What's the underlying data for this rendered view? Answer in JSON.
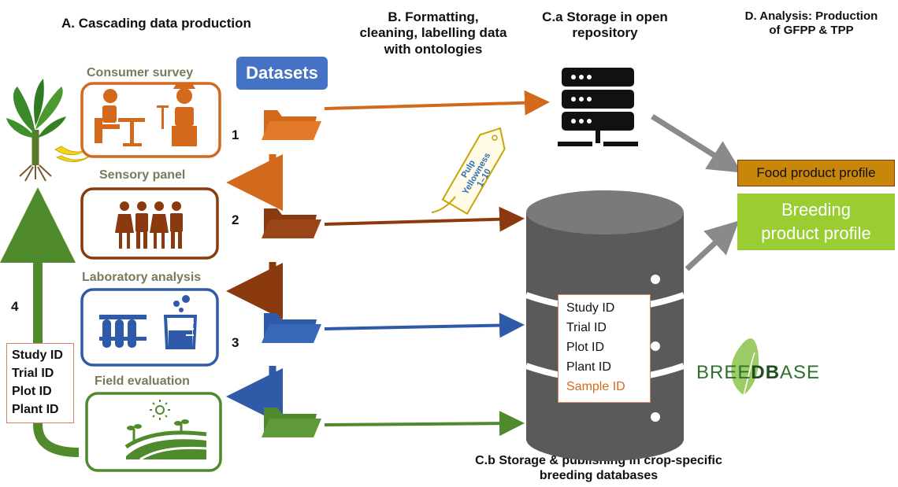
{
  "headers": {
    "a": "A.  Cascading data production",
    "b_lines": [
      "B. Formatting,",
      "cleaning, labelling data",
      "with ontologies"
    ],
    "ca_lines": [
      "C.a Storage in open",
      "repository"
    ],
    "d_lines": [
      "D. Analysis: Production",
      "of GFPP & TPP"
    ],
    "cb_lines": [
      "C.b Storage &  publishing in crop-specific",
      "breeding databases"
    ]
  },
  "stages": [
    {
      "label": "Consumer survey",
      "number": "1",
      "color": "#d3691c"
    },
    {
      "label": "Sensory panel",
      "number": "2",
      "color": "#8b3a0f"
    },
    {
      "label": "Laboratory analysis",
      "number": "3",
      "color": "#2e5aa8"
    },
    {
      "label": "Field evaluation",
      "number": "",
      "color": "#4f8a2c"
    }
  ],
  "stage_label_color": "#7a7a5a",
  "loop_number": "4",
  "datasets_button": "Datasets",
  "left_ids": [
    "Study ID",
    "Trial ID",
    "Plot ID",
    "Plant ID"
  ],
  "db_ids": [
    "Study ID",
    "Trial ID",
    "Plot ID",
    "Plant ID"
  ],
  "db_sample_id": "Sample ID",
  "tag": {
    "line1": "Pulp",
    "line2": "Yellowness",
    "line3": "1–10"
  },
  "profiles": {
    "food": "Food product profile",
    "breeding_lines": [
      "Breeding",
      "product profile"
    ]
  },
  "logo": {
    "part1": "BREE",
    "part2": "DB",
    "part3": "ASE"
  },
  "colors": {
    "orange": "#d3691c",
    "brown": "#8b3a0f",
    "blue": "#2e5aa8",
    "green": "#4f8a2c",
    "grey": "#8a8a8a",
    "lime": "#9acd32",
    "gold": "#c8860a",
    "dataset_blue": "#4472c4"
  },
  "icons": [
    "banana-plant-icon",
    "consumer-table-icon",
    "people-group-icon",
    "test-tubes-icon",
    "beaker-icon",
    "field-sun-icon",
    "folder-icon",
    "server-icon",
    "database-cylinder-icon",
    "tag-icon",
    "leaf-icon"
  ]
}
